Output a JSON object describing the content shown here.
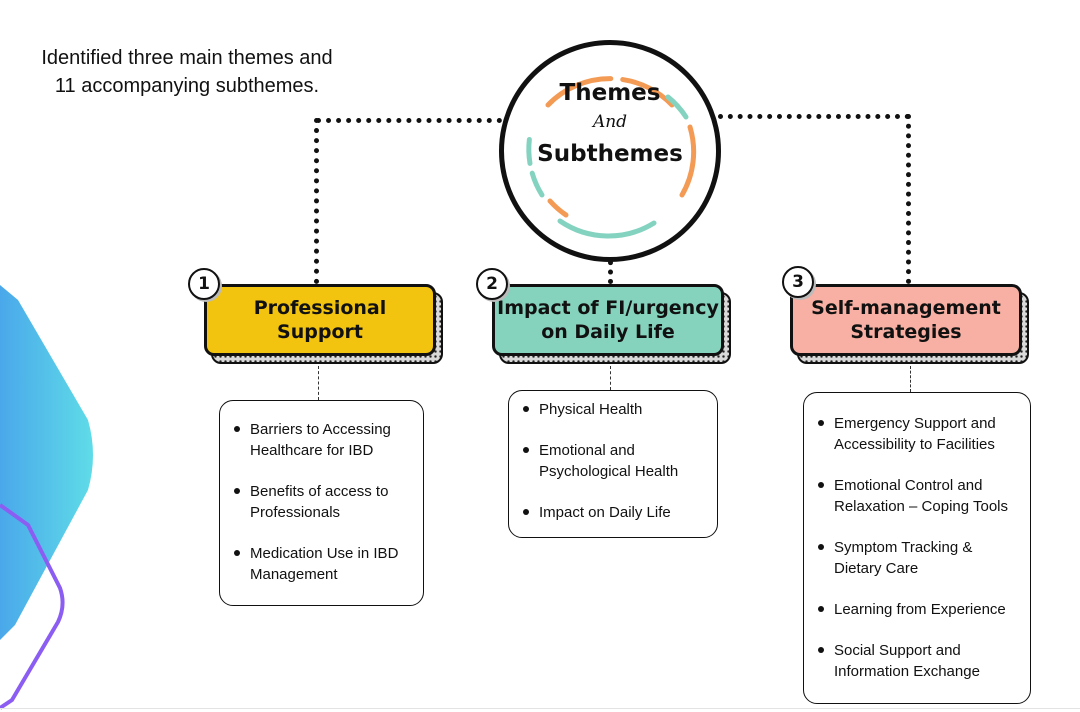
{
  "intro": {
    "line1": "Identified three main themes and",
    "line2": "11 accompanying subthemes."
  },
  "center": {
    "title_top": "Themes",
    "title_mid": "And",
    "title_bottom": "Subthemes"
  },
  "colors": {
    "theme1": "#f2c40f",
    "theme2": "#86d3bd",
    "theme3": "#f7b0a3",
    "arc_orange": "#f39a55",
    "arc_teal": "#84d3c0",
    "deco_blue_start": "#4aa8ea",
    "deco_blue_end": "#5fdce8",
    "deco_purple": "#8c5df2"
  },
  "themes": [
    {
      "number": "1",
      "title_line1": "Professional",
      "title_line2": "Support",
      "subthemes": [
        {
          "line1": "Barriers to Accessing",
          "line2": "Healthcare for IBD"
        },
        {
          "line1": "Benefits of access to",
          "line2": "Professionals"
        },
        {
          "line1": "Medication Use in IBD",
          "line2": "Management"
        }
      ]
    },
    {
      "number": "2",
      "title_line1": "Impact of FI/urgency",
      "title_line2": "on Daily Life",
      "subthemes": [
        {
          "line1": "Physical Health",
          "line2": ""
        },
        {
          "line1": "Emotional and",
          "line2": "Psychological Health"
        },
        {
          "line1": "Impact on Daily Life",
          "line2": ""
        }
      ]
    },
    {
      "number": "3",
      "title_line1": "Self-management",
      "title_line2": "Strategies",
      "subthemes": [
        {
          "line1": "Emergency Support and",
          "line2": "Accessibility to Facilities"
        },
        {
          "line1": "Emotional Control and",
          "line2": "Relaxation – Coping Tools"
        },
        {
          "line1": "Symptom Tracking &",
          "line2": "Dietary Care"
        },
        {
          "line1": "Learning from Experience",
          "line2": ""
        },
        {
          "line1": "Social Support and",
          "line2": "Information Exchange"
        }
      ]
    }
  ]
}
